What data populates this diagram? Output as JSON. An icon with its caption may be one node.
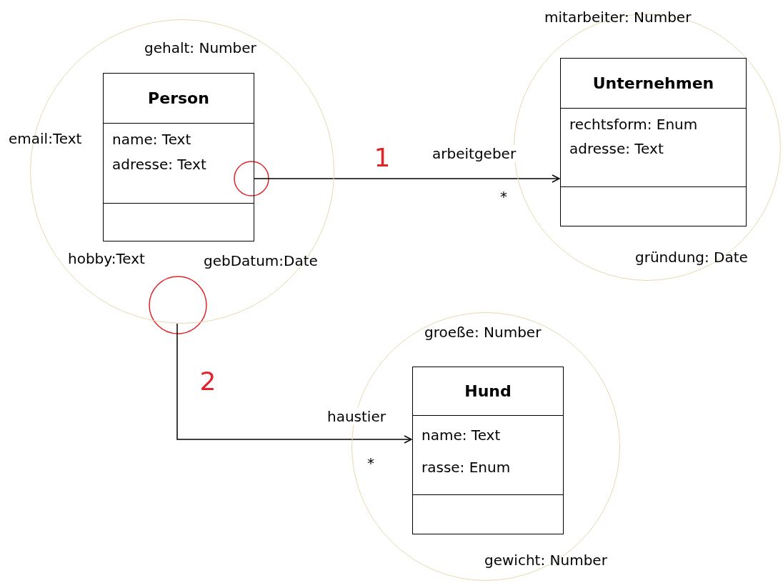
{
  "diagram": {
    "nodes": [
      {
        "text": [],
        "shape": "circle"
      },
      {
        "text": [
          "Person",
          "name: Text",
          "adresse: Text"
        ],
        "in": 0,
        "beside": [
          "gehalt: Number",
          "email:Text",
          "hobby:Text",
          "gebDatum:Date"
        ]
      },
      {
        "text": [],
        "shape": "circle"
      },
      {
        "text": [
          "Unternehmen",
          "rechtsform: Enum",
          "adresse: Text"
        ],
        "in": 2,
        "beside": [
          "mitarbeiter: Number",
          "gründung: Date"
        ]
      },
      {
        "text": [],
        "shape": "circle"
      },
      {
        "text": [
          "Hund",
          "name: Text",
          "rasse: Enum"
        ],
        "in": 4,
        "beside": [
          "groeße: Number",
          "gewicht: Number"
        ]
      }
    ],
    "edges": [
      {
        "from": 1,
        "to": 3,
        "arrow": "to",
        "label": "arbeitgeber"
      },
      {
        "from": 0,
        "to": 5,
        "arrow": "to",
        "label": "haustier"
      }
    ],
    "labels": [
      "1",
      "*",
      "2",
      "*"
    ]
  }
}
